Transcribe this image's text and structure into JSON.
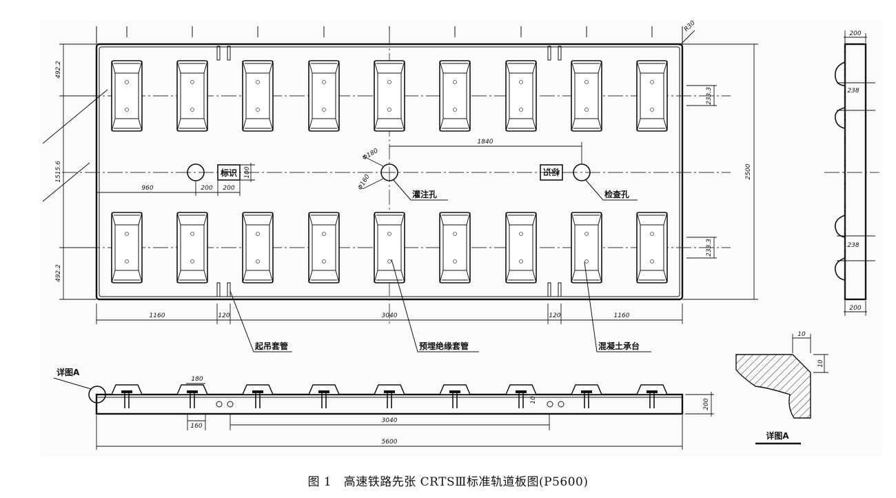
{
  "caption": "图 1　高速铁路先张 CRTSⅢ标准轨道板图(P5600)",
  "plan_view": {
    "labels": {
      "hole_grout": "灌注孔",
      "hole_inspect": "检查孔",
      "sign": "标识",
      "lifting_sleeve": "起吊套管",
      "embedded_sleeve": "预埋绝缘套管",
      "bearing_platform": "混凝土承台"
    },
    "dims": {
      "total_height": "2500",
      "top_edge": "492.2",
      "mid_band": "1515.6",
      "bottom_edge": "492.2",
      "offset_top": "233.3",
      "offset_bottom": "233.3",
      "hole_spacing": "1840",
      "left_hole": "960",
      "sign_offset": "200",
      "sign_width": "200",
      "sign_height": "100",
      "hole_dia_1": "Φ180",
      "hole_dia_2": "Φ160",
      "corner": "R30",
      "seg_left": "1160",
      "seg_120_left": "120",
      "seg_center": "3040",
      "seg_120_right": "120",
      "seg_right": "1160"
    }
  },
  "side_view": {
    "dims": {
      "top_width": "200",
      "upper_pad": "238",
      "lower_pad": "238",
      "bottom_width": "200"
    }
  },
  "elevation_view": {
    "detail_ref": "详图A",
    "dims": {
      "pad_top": "180",
      "pad_bottom": "160",
      "center": "3040",
      "total": "5600",
      "thickness": "200",
      "edge_10": "10"
    }
  },
  "detail_a": {
    "title": "详图A",
    "dims": {
      "top": "10",
      "side": "10"
    }
  }
}
